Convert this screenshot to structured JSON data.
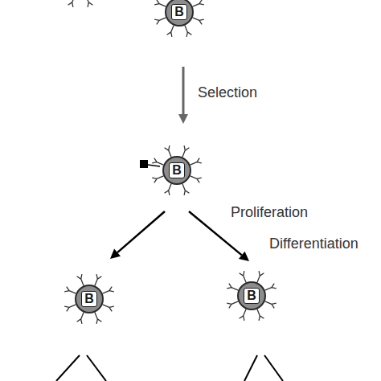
{
  "diagram": {
    "nodes": [
      {
        "text": [
          "B"
        ]
      },
      {
        "text": [
          "B"
        ]
      },
      {
        "text": [
          "B"
        ]
      },
      {
        "text": [
          "B"
        ]
      }
    ],
    "edges": [
      {
        "from": 0,
        "to": 1,
        "arrow": "to",
        "label": "Selection"
      },
      {
        "from": 1,
        "to": 2,
        "arrow": "to"
      },
      {
        "from": 1,
        "to": 3,
        "arrow": "to"
      }
    ],
    "labels": [
      "Proliferation",
      "Differentiation"
    ]
  }
}
